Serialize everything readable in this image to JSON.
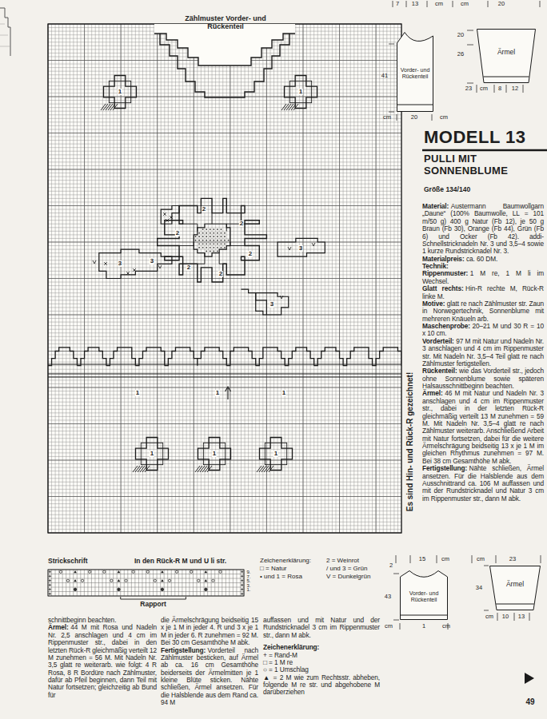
{
  "diagram": {
    "title": "MODELL 13",
    "nodes": [
      {
        "text": [
          "Vorder- und Rückenteil"
        ]
      },
      {
        "text": [
          "Ärmel"
        ]
      },
      {
        "text": [
          "Vorder- und Rückenteil"
        ]
      },
      {
        "text": [
          "Ärmel"
        ]
      }
    ],
    "labels": [
      "Zählmuster Vorder- und Rückenteil",
      "1",
      "1",
      "2",
      "2",
      "2",
      "2",
      "2",
      "2",
      "3",
      "3",
      "3",
      "3",
      "1",
      "1",
      "1",
      "1",
      "1",
      "1",
      "Es sind Hin- und Rück-R gezeichnet!",
      "7",
      "13",
      "cm",
      "cm",
      "20",
      "20",
      "26",
      "41",
      "23",
      "cm",
      "8",
      "12",
      "cm",
      "20",
      "cm",
      "PULLI MIT SONNENBLUME",
      "Größe 134/140",
      "Material:",
      "Austermann Baumwollgarn „Daune“ (100% Baumwolle, LL = 101 m/50 g) 400 g Natur (Fb 12), je 50 g Braun (Fb 30), Orange (Fb 44), Grün (Fb 6) und Ocker (Fb 42). addi-Schnellstricknadeln Nr. 3 und 3,5–4 sowie 1 kurze Rundstricknadel Nr. 3.",
      "Materialpreis:",
      "ca. 60 DM.",
      "Technik:",
      "Rippenmuster:",
      "1 M re, 1 M li im Wechsel.",
      "Glatt rechts:",
      "Hin-R rechte M, Rück-R linke M.",
      "Motive:",
      "glatt re nach Zählmuster str. Zaun in Norwegertechnik, Sonnenblume mit mehreren Knäueln arb.",
      "Maschenprobe:",
      "20–21 M und 30 R = 10 x 10 cm.",
      "Vorderteil:",
      "97 M mit Natur und Nadeln Nr. 3 anschlagen und 4 cm im Rippenmuster str. Mit Nadeln Nr. 3,5–4 Teil glatt re nach Zählmuster fertigstellen.",
      "Rückenteil:",
      "wie das Vorderteil str., jedoch ohne Sonnenblume sowie späteren Halsausschnittbeginn beachten.",
      "Ärmel:",
      "46 M mit Natur und Nadeln Nr. 3 anschlagen und 4 cm im Rippenmuster str., dabei in der letzten Rück-R gleichmäßig verteilt 13 M zunehmen = 59 M. Mit Nadeln Nr. 3,5–4 glatt re nach Zählmuster weiterarb. Anschließend Arbeit mit Natur fortsetzen, dabei für die weitere Ärmelschrägung beidseitig 13 x je 1 M im gleichen Rhythmus zunehmen = 97 M. Bei 38 cm Gesamthöhe M abk.",
      "Fertigstellung:",
      "Nähte schließen, Ärmel ansetzen. Für die Halsblende aus dem Ausschnittrand ca. 106 M auffassen und mit der Rundstricknadel und Natur 3 cm im Rippenmuster str., dann M abk.",
      "Strickschrift",
      "In den Rück-R M und U li str.",
      "9.",
      "7.",
      "5.",
      "3.",
      "1.",
      "Rapport",
      "Zeichenerklärung:",
      "□ = Natur",
      "• und 1 = Rosa",
      "2 = Weinrot",
      "/ und 3 = Grün",
      "V = Dunkelgrün",
      "schnittbeginn beachten.",
      "Ärmel:",
      "44 M mit Rosa und Nadeln Nr. 2,5 anschlagen und 4 cm im Rippenmuster str., dabei in den letzten Rück-R gleichmäßig verteilt 12 M zunehmen = 56 M. Mit Nadeln Nr. 3,5 glatt re weiterarb. wie folgt: 4 R Rosa, 8 R Bordüre nach Zählmuster, dafür ab Pfeil beginnen, dann Teil mit Natur fortsetzen; gleichzeitig ab Bund für",
      "die Ärmelschrägung beidseitig 15 x je 1 M in jeder 4. R und 3 x je 1 M in jeder 6. R zunehmen = 92 M. Bei 30 cm Gesamthöhe M abk.",
      "Fertigstellung:",
      "Vorderteil nach Zählmuster besticken, auf Ärmel ab ca. 16 cm Gesamthöhe beiderseits der Ärmelmitten je 1 kleine Blüte sticken. Nähte schließen, Ärmel ansetzen. Für die Halsblende aus dem Rand ca. 94 M",
      "auffassen und mit Natur und der Rundstricknadel 3 cm im Rippenmuster str., dann M abk.",
      "Zeichenerklärung:",
      "+ = Rand-M",
      "□ = 1 M re",
      "○ = 1 Umschlag",
      "▲ = 2 M wie zum Rechtsstr. abheben, folgende M re str. und abgehobene M darüberziehen",
      "2",
      "15",
      "cm",
      "cm",
      "23",
      "43",
      "34",
      "cm",
      "10",
      "13",
      "cm",
      "1",
      "cm",
      "49"
    ]
  }
}
